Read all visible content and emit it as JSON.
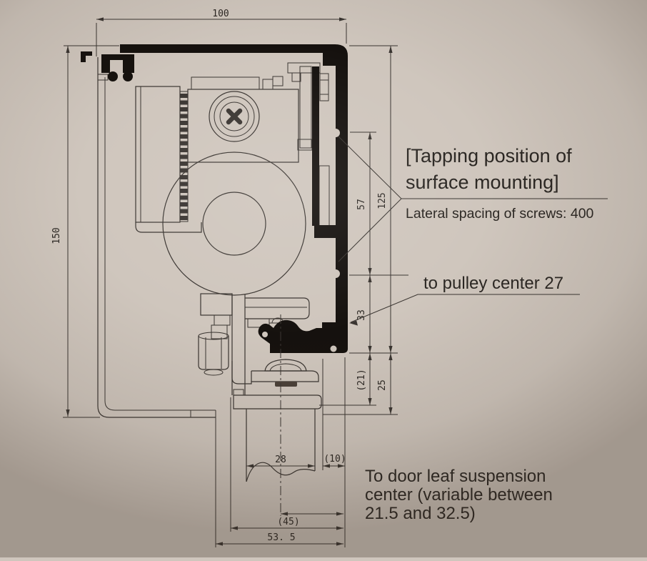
{
  "drawing": {
    "dimensions": {
      "top_width": "100",
      "left_height": "150",
      "screw_vertical_span": "57",
      "rail_height_right": "125",
      "lower_rail_span": "33",
      "ref_21": "(21)",
      "rail_to_door_top": "25",
      "door_thickness": "28",
      "ref_10": "(10)",
      "ref_45": "(45)",
      "bottom_offset": "53. 5"
    },
    "annotations": {
      "tapping_line1": "[Tapping position of",
      "tapping_line2": "surface mounting]",
      "tapping_note": "Lateral spacing of screws: 400",
      "pulley_note": "to pulley center 27",
      "door_note_line1": "To door leaf suspension",
      "door_note_line2": "center (variable between",
      "door_note_line3": "21.5 and 32.5)"
    },
    "colors": {
      "background": "#cfc6bd",
      "ink": "#3a3531",
      "profile_fill": "#15110e",
      "text": "#2b2723"
    }
  }
}
